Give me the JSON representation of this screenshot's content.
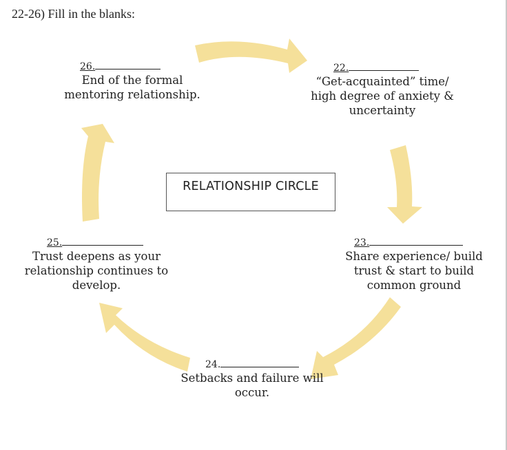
{
  "instruction": "22-26)  Fill in the blanks:",
  "center_title": "RELATIONSHIP CIRCLE",
  "arrow_color": "#f5e09a",
  "stages": [
    {
      "number": "22.",
      "lines": [
        "“Get-acquainted” time/",
        "high degree of anxiety &",
        "uncertainty"
      ]
    },
    {
      "number": "23.",
      "lines": [
        "Share experience/ build",
        "trust & start to build",
        "common ground"
      ]
    },
    {
      "number": "24.",
      "lines": [
        "Setbacks and failure will",
        "occur."
      ]
    },
    {
      "number": "25.",
      "lines": [
        "Trust deepens as your",
        "relationship continues to",
        "develop."
      ]
    },
    {
      "number": "26.",
      "lines": [
        "End of the formal",
        "mentoring relationship."
      ]
    }
  ],
  "arrows": [
    {
      "name": "arrow-26-to-22",
      "direction": "right"
    },
    {
      "name": "arrow-22-to-23",
      "direction": "down"
    },
    {
      "name": "arrow-23-to-24",
      "direction": "down-left"
    },
    {
      "name": "arrow-24-to-25",
      "direction": "up-left"
    },
    {
      "name": "arrow-25-to-26",
      "direction": "up"
    }
  ]
}
